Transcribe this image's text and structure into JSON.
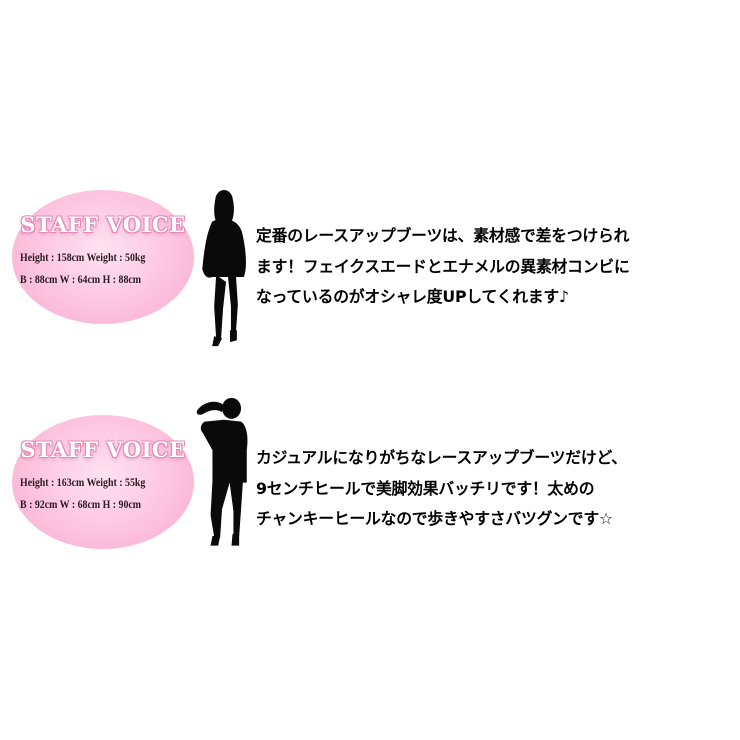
{
  "staff": [
    {
      "badge_title": "STAFF VOICE",
      "stats_line1": "Height : 158cm  Weight : 50kg",
      "stats_line2": "B : 88cm   W : 64cm   H : 88cm",
      "comment_lines": [
        "定番のレースアップブーツは、素材感で差をつけられ",
        "ます！フェイクスエードとエナメルの異素材コンビに",
        "なっているのがオシャレ度UPしてくれます♪"
      ]
    },
    {
      "badge_title": "STAFF VOICE",
      "stats_line1": "Height : 163cm  Weight : 55kg",
      "stats_line2": "B : 92cm   W : 68cm   H : 90cm",
      "comment_lines": [
        "カジュアルになりがちなレースアップブーツだけど、",
        "9センチヒールで美脚効果バッチリです！太めの",
        "チャンキーヒールなので歩きやすさバツグンです☆"
      ]
    }
  ],
  "colors": {
    "badge_pink": "#fdc4df",
    "badge_outline": "#e58ab8",
    "text": "#000000",
    "silhouette": "#0a0a0a"
  }
}
